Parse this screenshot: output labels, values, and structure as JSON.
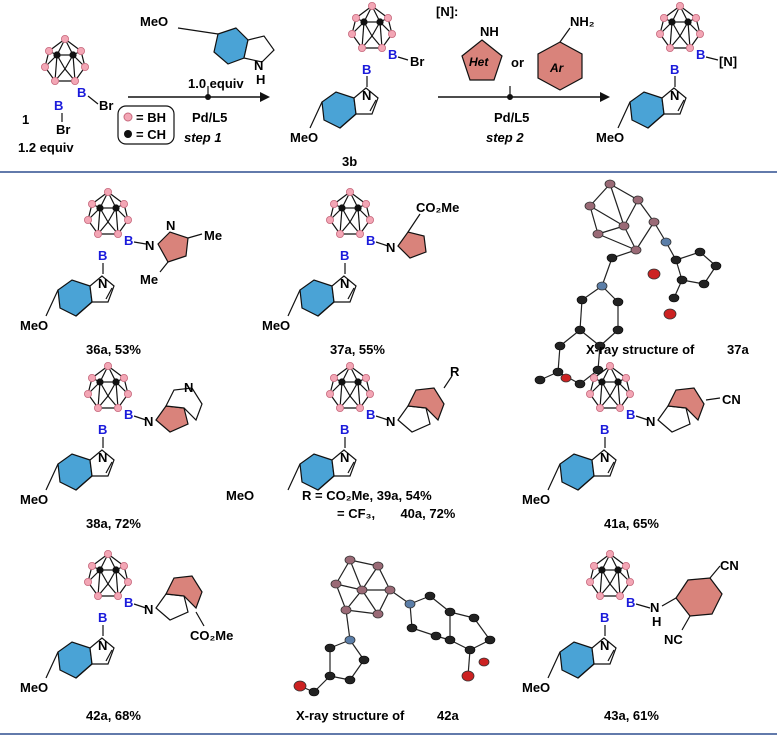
{
  "scheme": {
    "reagent_indole": "MeO",
    "indole_h": "H",
    "equiv_indole": "1.0 equiv",
    "catalyst_1": "Pd/L5",
    "step_1": "step 1",
    "label_1": "1",
    "equiv_1": "1.2 equiv",
    "legend_bh": "= BH",
    "legend_ch": "= CH",
    "product_3b": "3b",
    "n_reagent": "[N]:",
    "het_label": "Het",
    "ar_label": "Ar",
    "nh_label": "NH",
    "nh2_label": "NH₂",
    "or_label": "or",
    "catalyst_2": "Pd/L5",
    "step_2": "step 2",
    "n_substituent": "[N]",
    "br": "Br",
    "b": "B",
    "n": "N",
    "meo": "MeO"
  },
  "products": [
    {
      "id": "36a",
      "caption": "36a, 53%"
    },
    {
      "id": "37a",
      "caption": "37a, 55%"
    },
    {
      "id": "38a",
      "caption": "38a, 72%"
    },
    {
      "id": "39a",
      "caption": "R = CO₂Me, 39a, 54%"
    },
    {
      "id": "40a",
      "caption": "= CF₃,       40a, 72%"
    },
    {
      "id": "41a",
      "caption": "41a, 65%"
    },
    {
      "id": "42a",
      "caption": "42a, 68%"
    },
    {
      "id": "43a",
      "caption": "43a, 61%"
    }
  ],
  "xray": [
    {
      "caption_prefix": "X-ray structure of ",
      "compound": "37a"
    },
    {
      "caption_prefix": "X-ray structure of ",
      "compound": "42a"
    }
  ],
  "substituents": {
    "me": "Me",
    "co2me": "CO₂Me",
    "cn": "CN",
    "r": "R",
    "nc": "NC",
    "h": "H"
  },
  "colors": {
    "indole_fill": "#4aa3d6",
    "hetaryl_fill": "#d9837b",
    "bh_vertex": "#f3a6b5",
    "divider": "#2f4f8f",
    "boron_text": "#1a1adb"
  }
}
